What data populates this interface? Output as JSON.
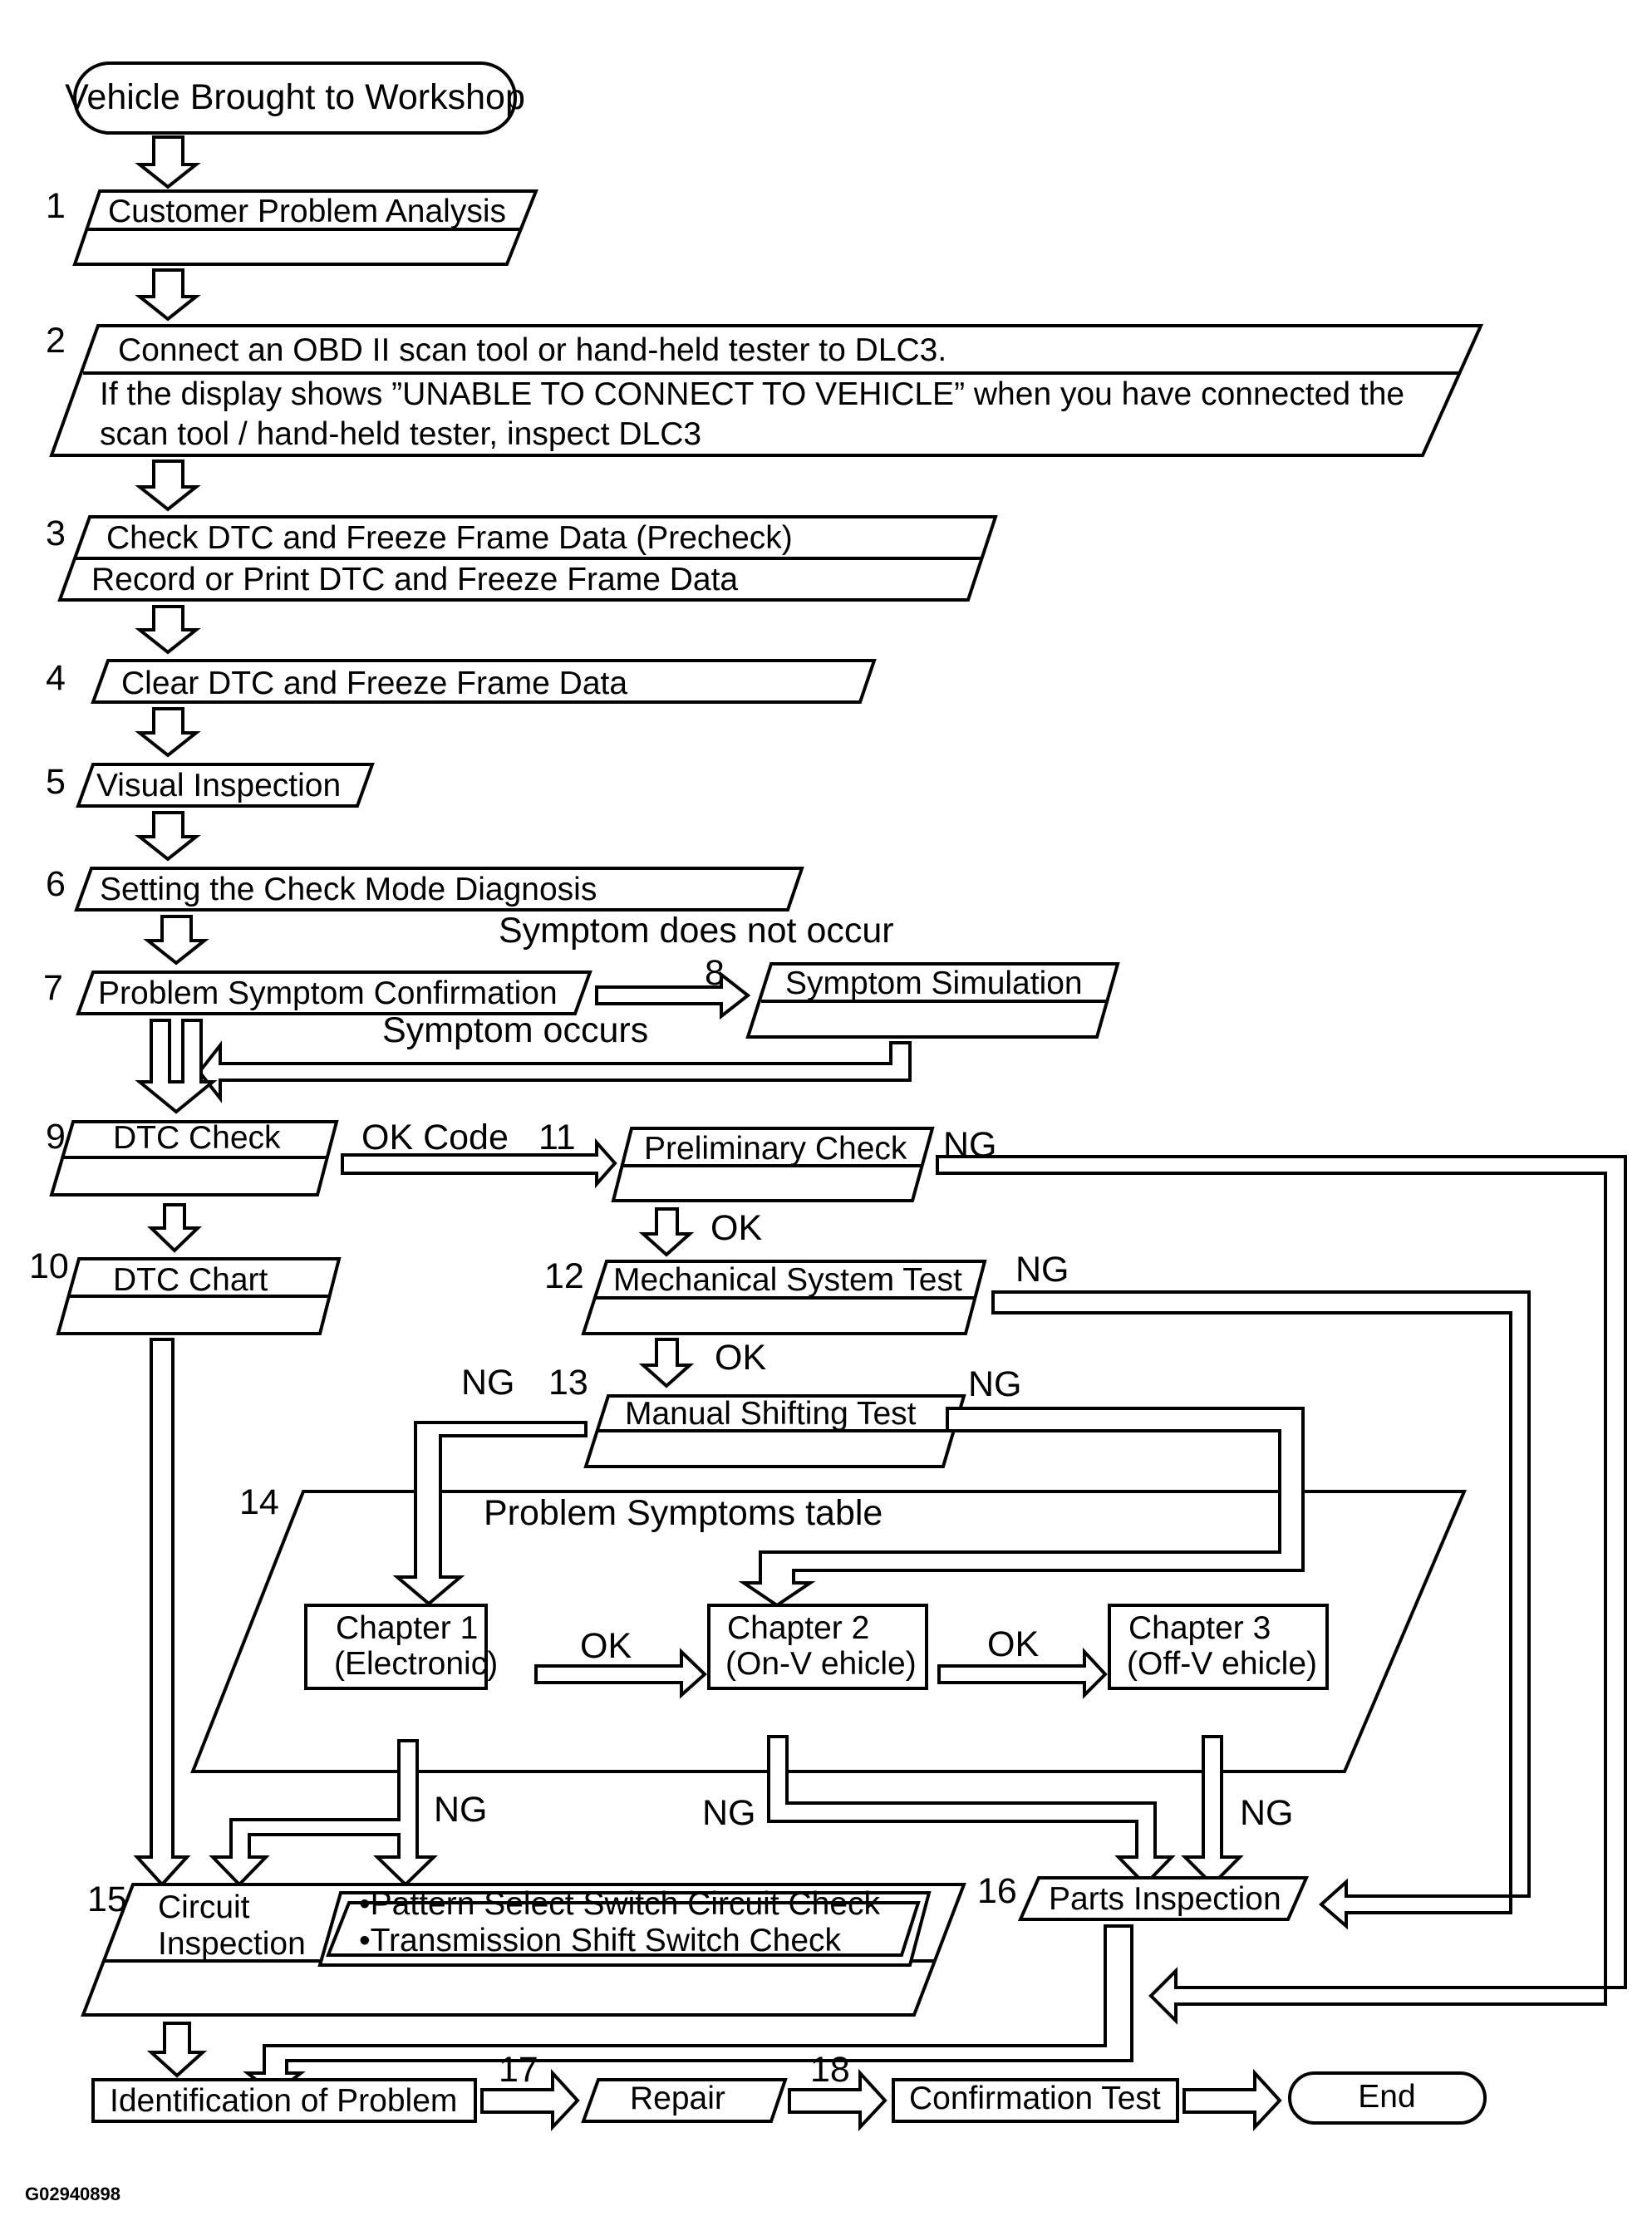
{
  "figure_code": "G02940898",
  "start": "Vehicle Brought to Workshop",
  "end": "End",
  "steps": {
    "s1": {
      "num": "1",
      "label": "Customer Problem Analysis"
    },
    "s2": {
      "num": "2",
      "line1": "Connect an OBD II scan tool or hand-held tester to DLC3.",
      "line2": "If the display shows ”UNABLE TO CONNECT TO VEHICLE” when you have connected the",
      "line3": "scan tool / hand-held tester, inspect DLC3"
    },
    "s3": {
      "num": "3",
      "line1": "Check DTC and Freeze Frame Data (Precheck)",
      "line2": "Record or Print DTC and Freeze Frame Data"
    },
    "s4": {
      "num": "4",
      "label": "Clear DTC and Freeze Frame Data"
    },
    "s5": {
      "num": "5",
      "label": "Visual Inspection"
    },
    "s6": {
      "num": "6",
      "label": "Setting the Check Mode Diagnosis"
    },
    "s7": {
      "num": "7",
      "label": "Problem Symptom Confirmation"
    },
    "s8": {
      "num": "8",
      "label": "Symptom Simulation"
    },
    "s9": {
      "num": "9",
      "label": "DTC Check"
    },
    "s10": {
      "num": "10",
      "label": "DTC Chart"
    },
    "s11": {
      "num": "11",
      "label": "Preliminary Check"
    },
    "s12": {
      "num": "12",
      "label": "Mechanical System Test"
    },
    "s13": {
      "num": "13",
      "label": "Manual Shifting Test"
    },
    "s14": {
      "num": "14",
      "label": "Problem Symptoms table"
    },
    "s15": {
      "num": "15",
      "line1": "Circuit",
      "line2": "Inspection",
      "check1": "•Pattern Select Switch Circuit Check",
      "check2": "•Transmission Shift Switch Check"
    },
    "s16": {
      "num": "16",
      "label": "Parts Inspection"
    },
    "s17": {
      "num": "17",
      "label": "Repair"
    },
    "s18": {
      "num": "18",
      "label": "Confirmation Test"
    },
    "identification": "Identification of Problem"
  },
  "chapters": [
    {
      "line1": "Chapter 1",
      "line2": "(Electronic)"
    },
    {
      "line1": "Chapter 2",
      "line2": "(On-V ehicle)"
    },
    {
      "line1": "Chapter 3",
      "line2": "(Off-V ehicle)"
    }
  ],
  "flow_labels": {
    "symptom_does_not_occur": "Symptom does not occur",
    "symptom_occurs": "Symptom occurs",
    "ok_code": "OK Code",
    "ok": "OK",
    "ng": "NG"
  }
}
